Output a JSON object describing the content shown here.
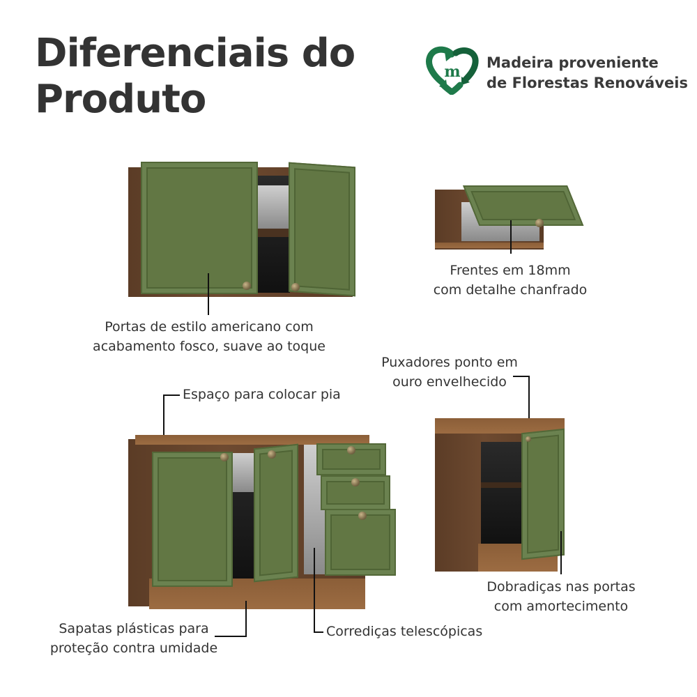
{
  "header": {
    "title_line1": "Diferenciais do",
    "title_line2": "Produto"
  },
  "badge": {
    "icon": "recycle-heart-m-icon",
    "color": "#1e7a4a",
    "letter": "m",
    "line1": "Madeira proveniente",
    "line2": "de Florestas Renováveis"
  },
  "features": {
    "portas": {
      "line1": "Portas de estilo americano com",
      "line2": "acabamento fosco, suave ao toque"
    },
    "frentes": {
      "line1": "Frentes em 18mm",
      "line2": "com detalhe chanfrado"
    },
    "pia": {
      "line1": "Espaço para colocar pia"
    },
    "puxadores": {
      "line1": "Puxadores ponto em",
      "line2": "ouro envelhecido"
    },
    "dobradicas": {
      "line1": "Dobradiças nas portas",
      "line2": "com amortecimento"
    },
    "sapatas": {
      "line1": "Sapatas plásticas para",
      "line2": "proteção contra umidade"
    },
    "corredicas": {
      "line1": "Corrediças telescópicas"
    }
  },
  "colors": {
    "door_green": "#647a46",
    "wood_brown": "#6e4a30",
    "text": "#333333"
  }
}
